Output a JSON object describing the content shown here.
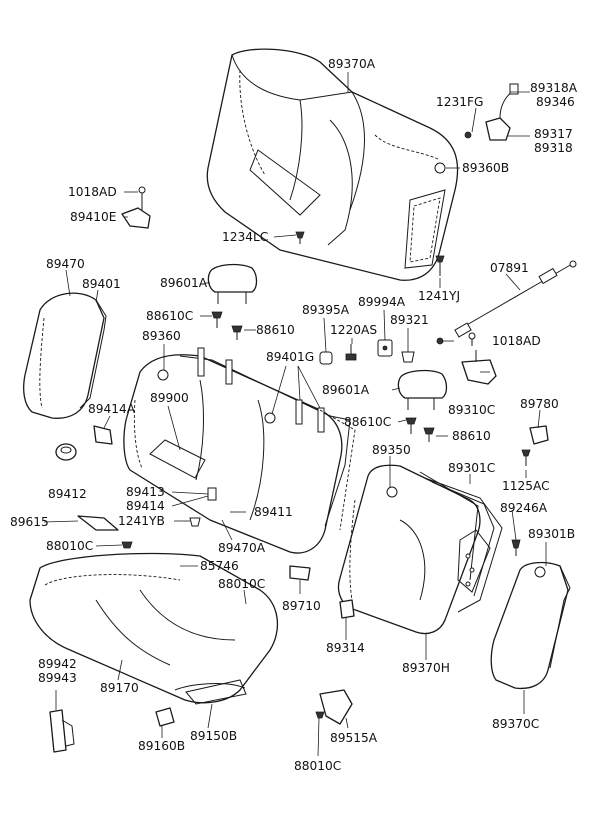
{
  "diagram": {
    "line_color": "#1a1a1a",
    "background": "#ffffff",
    "labels": {
      "l89370A": "89370A",
      "l89318A": "89318A",
      "l89346": "89346",
      "l1231FG": "1231FG",
      "l89317": "89317",
      "l89318": "89318",
      "l89360B": "89360B",
      "l1018AD_top": "1018AD",
      "l89410E": "89410E",
      "l1234LC": "1234LC",
      "l07891": "07891",
      "l1241YJ": "1241YJ",
      "l89470": "89470",
      "l89401": "89401",
      "l89601A_left": "89601A",
      "l88610C_left": "88610C",
      "l88610_left": "88610",
      "l89360": "89360",
      "l89395A": "89395A",
      "l89994A": "89994A",
      "l1220AS": "1220AS",
      "l89321": "89321",
      "l1018AD_right": "1018AD",
      "l89401G": "89401G",
      "l89601A_right": "89601A",
      "l89310C": "89310C",
      "l89780": "89780",
      "l89414A": "89414A",
      "l89900": "89900",
      "l88610C_right": "88610C",
      "l88610_right": "88610",
      "l89412": "89412",
      "l89350": "89350",
      "l89301C": "89301C",
      "l1125AC": "1125AC",
      "l89413": "89413",
      "l89414": "89414",
      "l89246A": "89246A",
      "l89615": "89615",
      "l1241YB": "1241YB",
      "l89411": "89411",
      "l89301B": "89301B",
      "l88010C_top": "88010C",
      "l89470A": "89470A",
      "l85746": "85746",
      "l88010C_mid": "88010C",
      "l89710": "89710",
      "l89314": "89314",
      "l89370H": "89370H",
      "l89942": "89942",
      "l89943": "89943",
      "l89170": "89170",
      "l89370C": "89370C",
      "l89160B": "89160B",
      "l89150B": "89150B",
      "l89515A": "89515A",
      "l88010C_bottom": "88010C"
    }
  }
}
